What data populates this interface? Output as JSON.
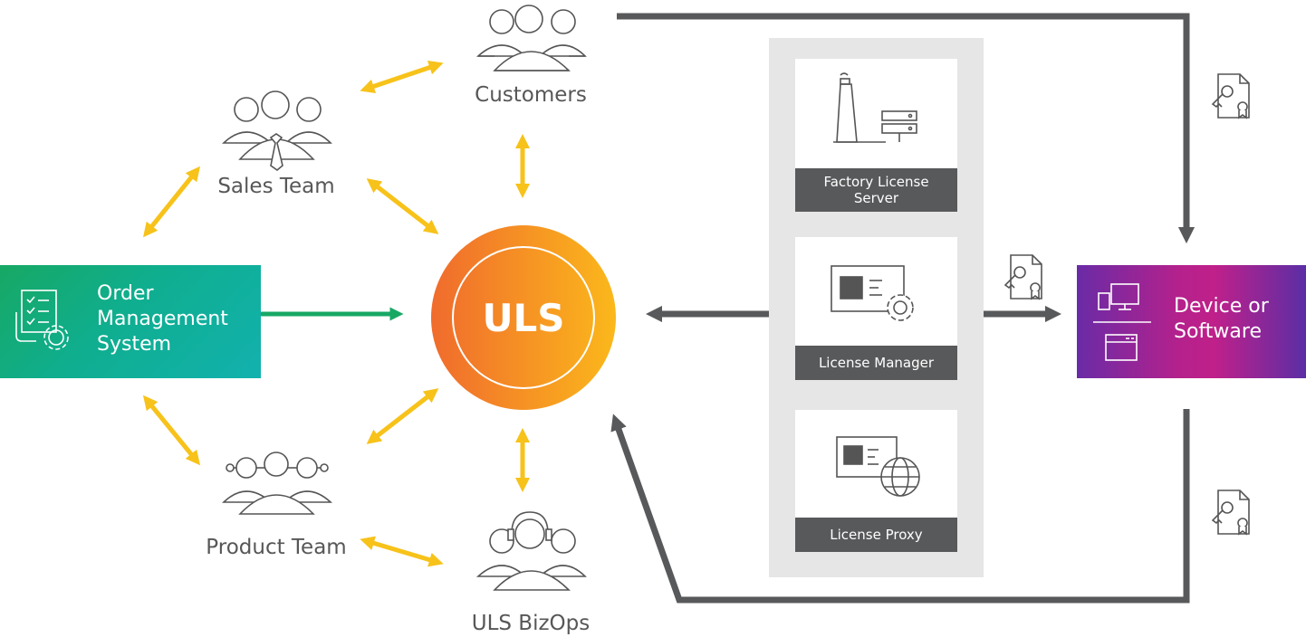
{
  "nodes": {
    "customers": "Customers",
    "sales_team": "Sales Team",
    "product_team": "Product Team",
    "uls_bizops": "ULS BizOps",
    "uls": "ULS",
    "order_management": [
      "Order",
      "Management",
      "System"
    ],
    "device": [
      "Device or",
      "Software"
    ]
  },
  "panel": {
    "factory": [
      "Factory License",
      "Server"
    ],
    "manager": "License Manager",
    "proxy": "License Proxy"
  },
  "colors": {
    "arrow_yellow": "#f7c21a",
    "arrow_green": "#17a864",
    "arrow_gray": "#58595b",
    "oms_gradient": [
      "#17a864",
      "#12b1ae"
    ],
    "uls_gradient": [
      "#f06b2d",
      "#fbb81b"
    ],
    "device_gradient": [
      "#6a2ba6",
      "#c0208a"
    ]
  },
  "icons": [
    "people-icon",
    "checklist-gear-icon",
    "factory-server-icon",
    "screen-gear-icon",
    "screen-globe-icon",
    "certificate-key-icon",
    "device-window-icon"
  ]
}
